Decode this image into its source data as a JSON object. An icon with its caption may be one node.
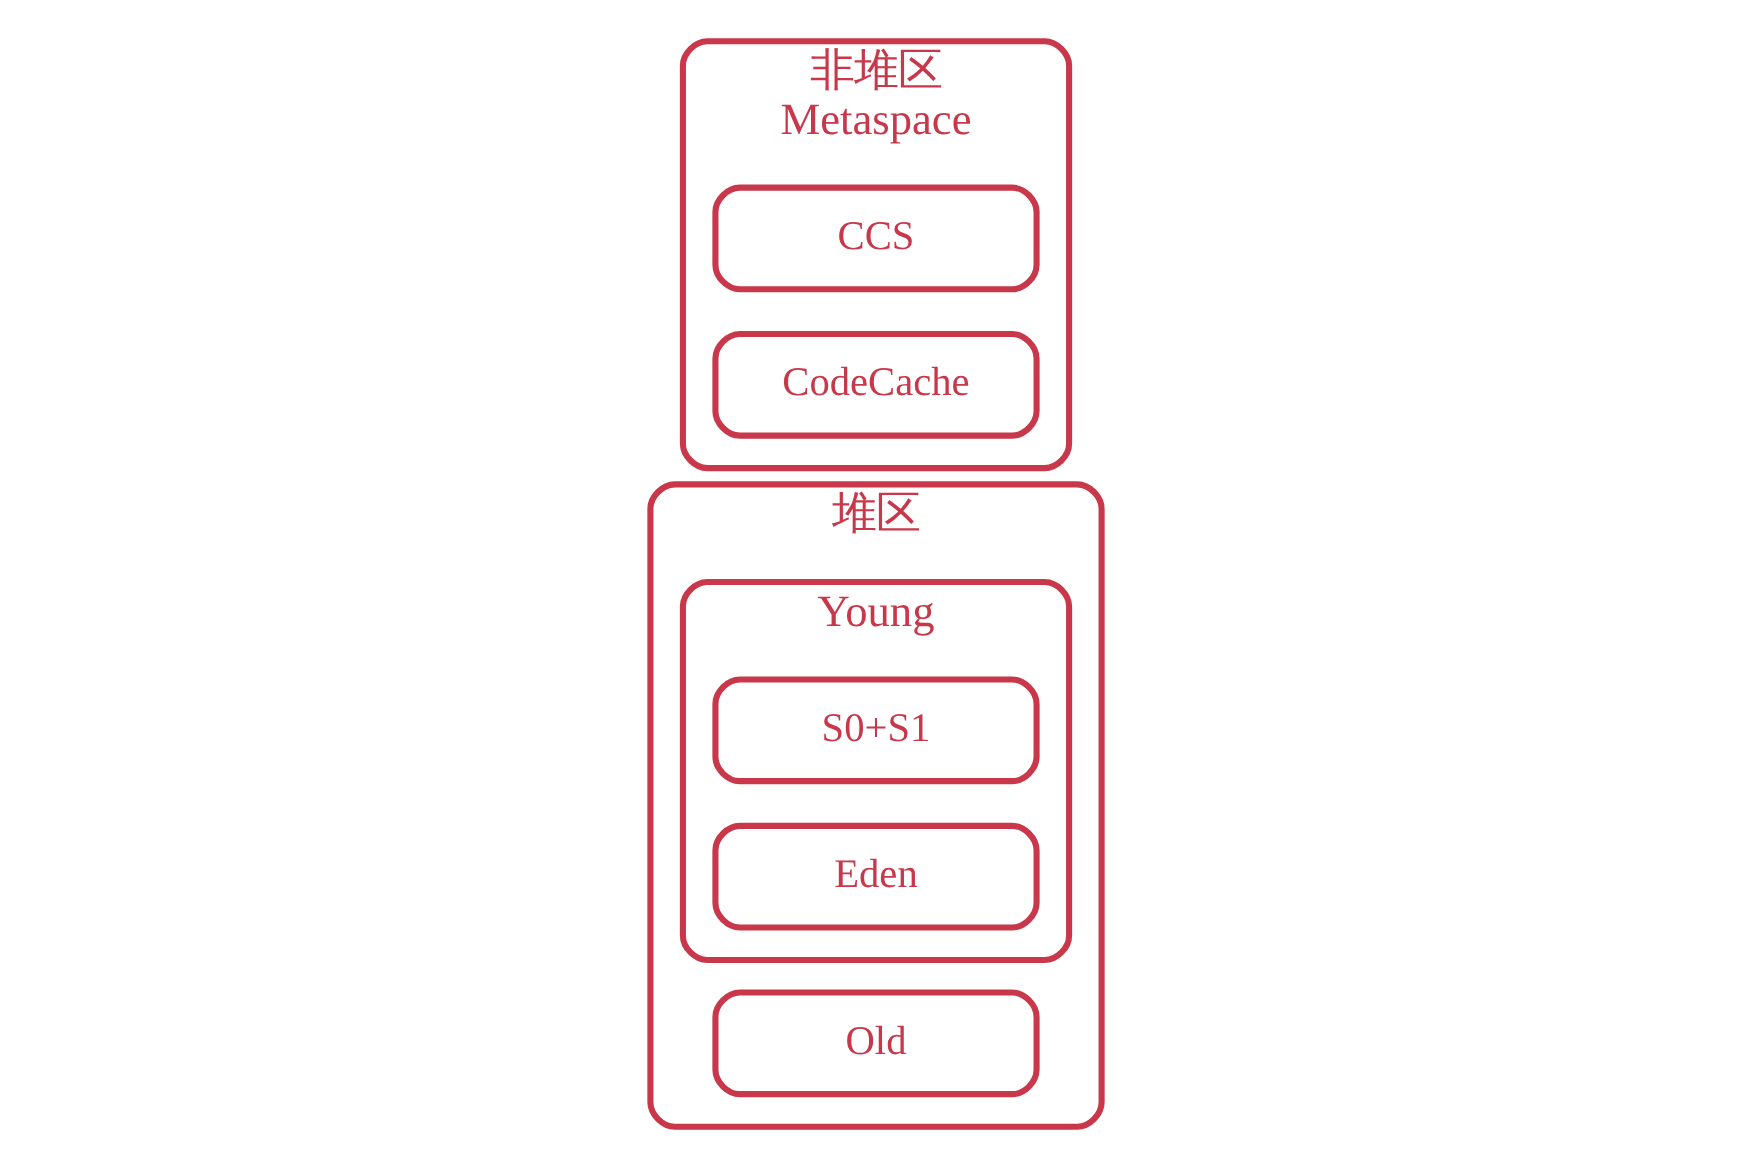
{
  "diagram": {
    "nodes": [
      {
        "text": [
          "堆区"
        ]
      },
      {
        "text": [
          "Young"
        ],
        "in": 0
      },
      {
        "text": [
          "S0+S1"
        ],
        "in": 1
      },
      {
        "text": [
          "Eden"
        ],
        "in": 1
      },
      {
        "text": [
          "Old"
        ],
        "in": 0
      },
      {
        "text": [
          "非堆区",
          "Metaspace"
        ]
      },
      {
        "text": [
          "CCS"
        ],
        "in": 5
      },
      {
        "text": [
          "CodeCache"
        ],
        "in": 5
      }
    ]
  }
}
